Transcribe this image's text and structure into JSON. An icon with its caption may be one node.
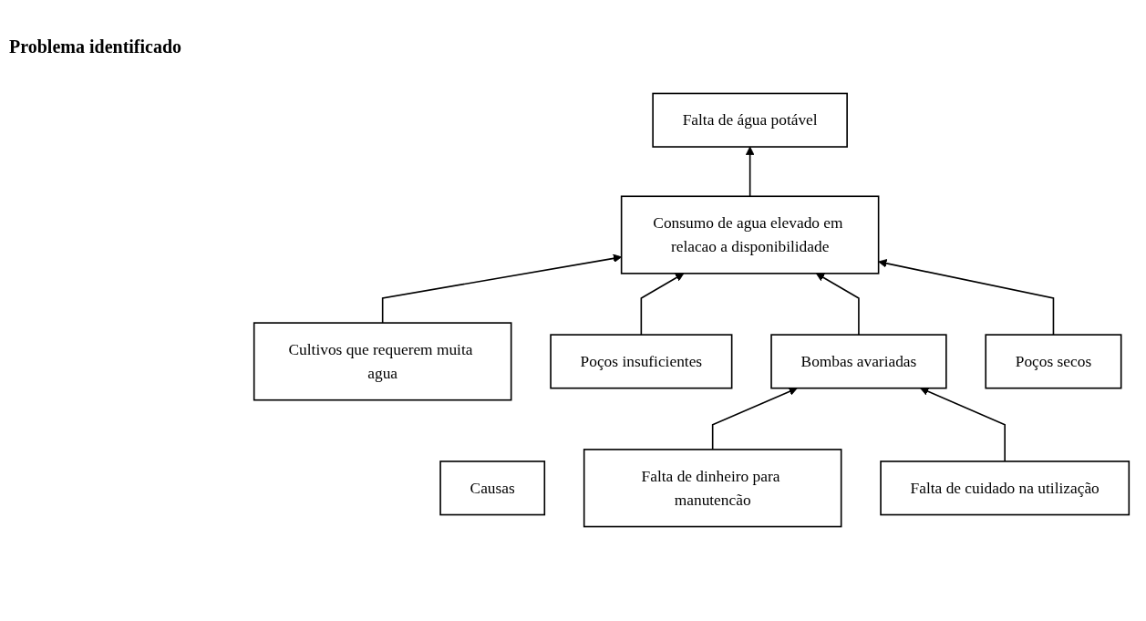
{
  "diagram": {
    "nodes": [
      {
        "text": [
          "Falta de água potável"
        ]
      },
      {
        "text": [
          "Causas"
        ]
      },
      {
        "text": [
          "Consumo de agua elevado em relacao a disponibilidade"
        ]
      },
      {
        "text": [
          "Cultivos que requerem muita agua"
        ]
      },
      {
        "text": [
          "Poços insuficientes"
        ]
      },
      {
        "text": [
          "Bombas avariadas"
        ]
      },
      {
        "text": [
          "Poços secos"
        ]
      },
      {
        "text": [
          "Falta de dinheiro para manutencão"
        ]
      },
      {
        "text": [
          "Falta de cuidado na utilização"
        ]
      }
    ],
    "edges": [
      {
        "from": 2,
        "to": 0,
        "arrow": "to"
      },
      {
        "from": 3,
        "to": 2,
        "arrow": "to"
      },
      {
        "from": 4,
        "to": 2,
        "arrow": "to"
      },
      {
        "from": 5,
        "to": 2,
        "arrow": "to"
      },
      {
        "from": 6,
        "to": 2,
        "arrow": "to"
      },
      {
        "from": 7,
        "to": 5,
        "arrow": "to"
      },
      {
        "from": 8,
        "to": 5,
        "arrow": "to"
      }
    ],
    "labels": [
      "Problema identificado"
    ]
  }
}
